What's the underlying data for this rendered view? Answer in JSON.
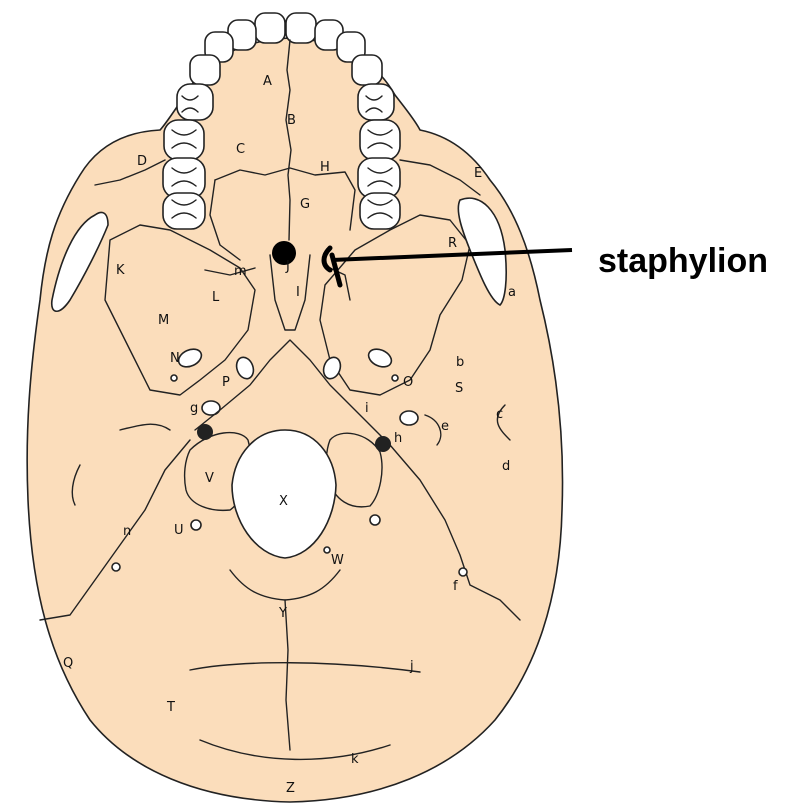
{
  "callout": {
    "text": "staphylion"
  },
  "labels": {
    "A": "A",
    "B": "B",
    "C": "C",
    "D": "D",
    "E": "E",
    "G": "G",
    "H": "H",
    "I": "I",
    "J": "J",
    "K": "K",
    "L": "L",
    "M": "M",
    "N": "N",
    "O": "O",
    "P": "P",
    "Q": "Q",
    "R": "R",
    "S": "S",
    "T": "T",
    "U": "U",
    "V": "V",
    "W": "W",
    "X": "X",
    "Y": "Y",
    "Z": "Z",
    "a": "a",
    "b": "b",
    "c": "c",
    "d": "d",
    "e": "e",
    "f": "f",
    "g": "g",
    "h": "h",
    "i": "i",
    "j": "j",
    "k": "k",
    "m": "m",
    "n": "n"
  },
  "colors": {
    "bone": "#FBDDBB",
    "outline": "#222222",
    "marker": "#000000"
  }
}
